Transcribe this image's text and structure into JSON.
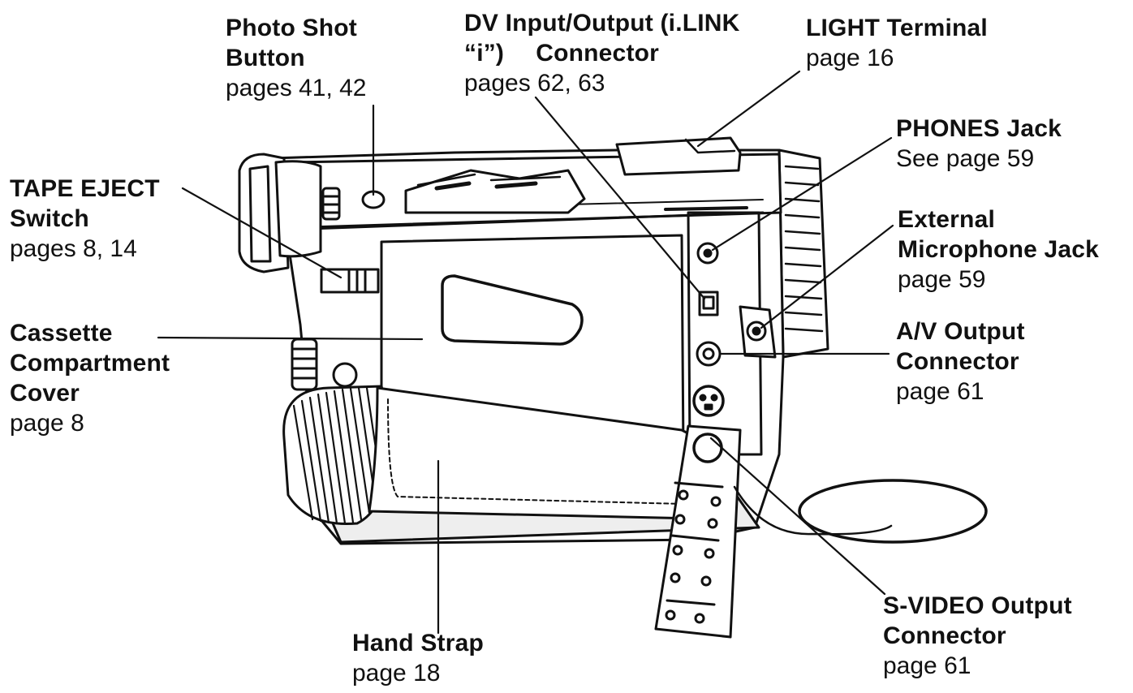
{
  "callouts": {
    "photo_shot": {
      "title1": "Photo Shot",
      "title2": "Button",
      "pages": "pages 41, 42"
    },
    "dv_io": {
      "title1": "DV Input/Output (i.LINK",
      "glyph": "“i”)",
      "title2": "Connector",
      "pages": "pages 62, 63"
    },
    "light_terminal": {
      "title1": "LIGHT Terminal",
      "pages": "page 16"
    },
    "phones_jack": {
      "title1": "PHONES Jack",
      "pages": "See page 59"
    },
    "tape_eject": {
      "title1": "TAPE EJECT",
      "title2": "Switch",
      "pages": "pages 8, 14"
    },
    "external_mic": {
      "title1": "External",
      "title2": "Microphone Jack",
      "pages": "page 59"
    },
    "cassette_cover": {
      "title1": "Cassette",
      "title2": "Compartment",
      "title3": "Cover",
      "pages": "page 8"
    },
    "av_output": {
      "title1": "A/V Output",
      "title2": "Connector",
      "pages": "page 61"
    },
    "hand_strap": {
      "title1": "Hand Strap",
      "pages": "page 18"
    },
    "svideo_output": {
      "title1": "S-VIDEO Output",
      "title2": "Connector",
      "pages": "page 61"
    }
  },
  "colors": {
    "ink": "#111111",
    "paper": "#ffffff",
    "shade": "#d9d9d9"
  }
}
